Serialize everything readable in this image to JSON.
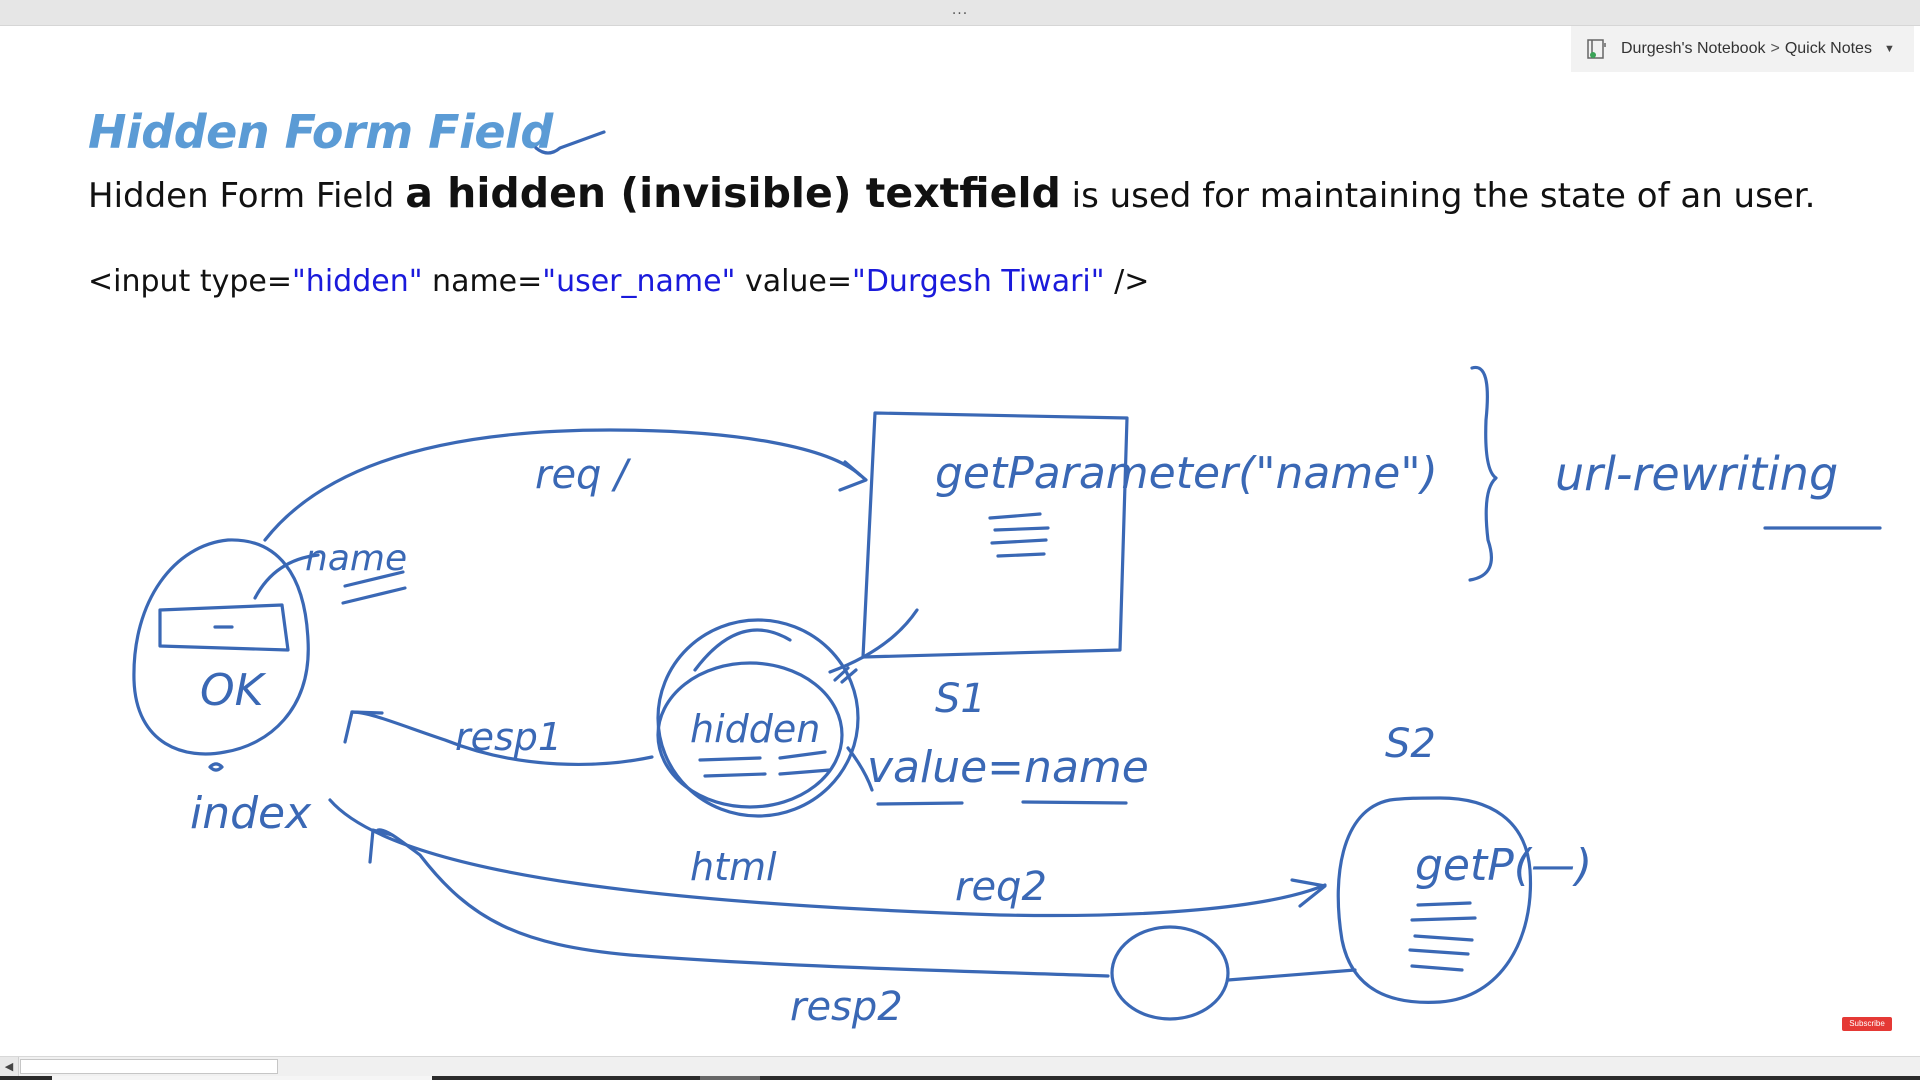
{
  "window": {
    "top_dots": "..."
  },
  "breadcrumb": {
    "notebook": "Durgesh's Notebook",
    "separator": ">",
    "section": "Quick Notes",
    "chevron": "▼",
    "icon": "onenote-notebook-icon"
  },
  "page": {
    "title": "Hidden Form Field",
    "definition": {
      "part1": "Hidden Form Field ",
      "bold": "a hidden (invisible) textfield",
      "part2": " is used for maintaining the state of an user."
    },
    "code": {
      "p1": "<input type=",
      "v1": "\"hidden\"",
      "p2": " name=",
      "v2": "\"user_name\"",
      "p3": " value=",
      "v3": "\"Durgesh Tiwari\"",
      "p4": " />"
    }
  },
  "sketch": {
    "color": "#3a68b5",
    "labels": {
      "name": "name",
      "req": "req /",
      "ok": "OK",
      "index": "index",
      "resp1": "resp1",
      "hidden": "hidden",
      "html": "html",
      "s1": "S1",
      "value_eq_name": "value=name",
      "getparameter": "getParameter(\"name\")",
      "url_rewriting": "url-rewriting",
      "s2": "S2",
      "getp": "getP(—)",
      "req2": "req2",
      "resp2": "resp2"
    }
  },
  "overlay": {
    "subscribe": "Subscribe"
  },
  "scrollbar": {
    "left_arrow": "◀"
  },
  "colors": {
    "title": "#5b9bd5",
    "code_value": "#1a1adb",
    "ink": "#3a68b5"
  }
}
